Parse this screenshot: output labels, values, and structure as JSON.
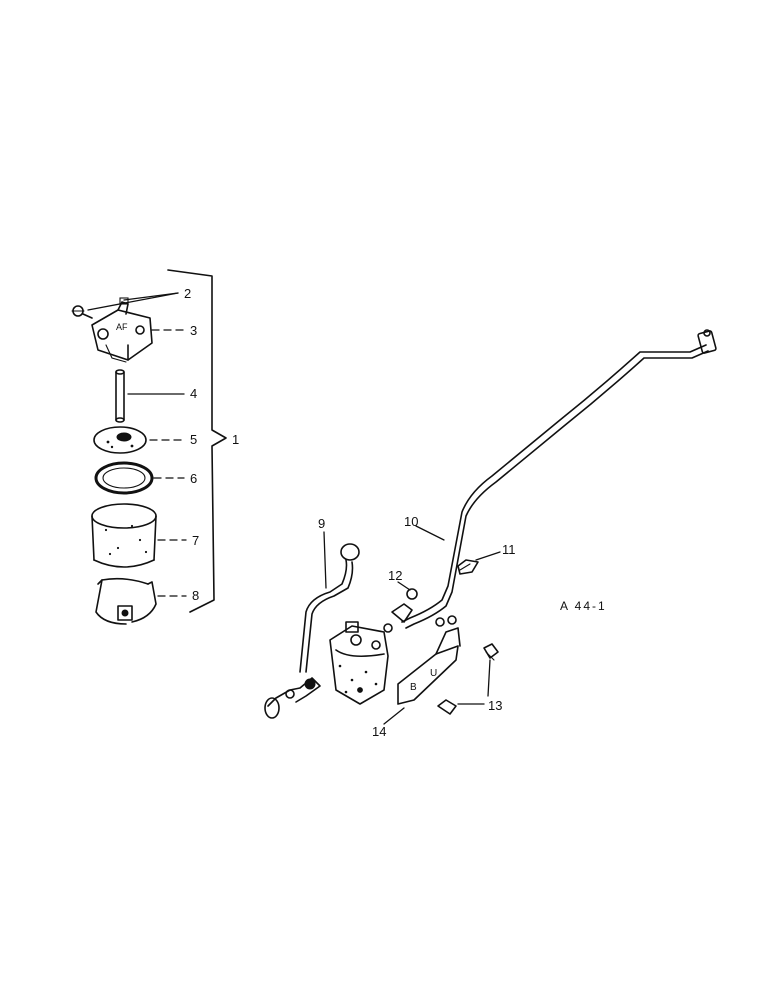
{
  "diagram": {
    "reference_code": "A 44-1",
    "callouts": [
      {
        "id": "1",
        "text": "1"
      },
      {
        "id": "2",
        "text": "2"
      },
      {
        "id": "3",
        "text": "3"
      },
      {
        "id": "4",
        "text": "4"
      },
      {
        "id": "5",
        "text": "5"
      },
      {
        "id": "6",
        "text": "6"
      },
      {
        "id": "7",
        "text": "7"
      },
      {
        "id": "8",
        "text": "8"
      },
      {
        "id": "9",
        "text": "9"
      },
      {
        "id": "10",
        "text": "10"
      },
      {
        "id": "11",
        "text": "11"
      },
      {
        "id": "12",
        "text": "12"
      },
      {
        "id": "13",
        "text": "13"
      },
      {
        "id": "14",
        "text": "14"
      }
    ]
  }
}
